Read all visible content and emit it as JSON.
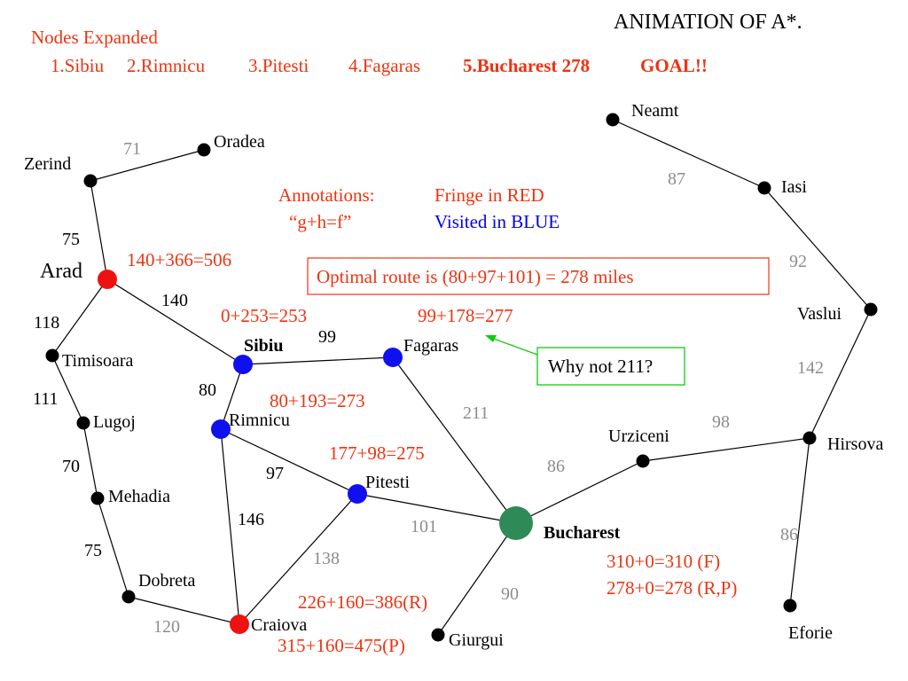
{
  "colors": {
    "red": "#ee3311",
    "blue": "#0000ee",
    "black": "#000000",
    "gray": "#8c8c8c",
    "node_black": "#000000",
    "node_blue": "#1010ee",
    "node_red": "#ee1111",
    "node_goal": "#2e8b57",
    "green": "#11cc11",
    "route_box": "#ee3311"
  },
  "title": "ANIMATION OF A*.",
  "nodes_expanded": {
    "heading": "Nodes Expanded",
    "items": [
      "1.Sibiu",
      "2.Rimnicu",
      "3.Pitesti",
      "4.Fagaras"
    ],
    "goal_item": "5.Bucharest 278",
    "goal_tag": "GOAL!!"
  },
  "annotations": {
    "heading": "Annotations:",
    "formula": "“g+h=f”",
    "fringe": "Fringe in RED",
    "visited": "Visited in BLUE"
  },
  "optimal_route": "Optimal route is (80+97+101) = 278 miles",
  "why_box": "Why not 211?",
  "cities": [
    {
      "id": "oradea",
      "name": "Oradea",
      "state": "plain"
    },
    {
      "id": "zerind",
      "name": "Zerind",
      "state": "plain"
    },
    {
      "id": "arad",
      "name": "Arad",
      "state": "fringe"
    },
    {
      "id": "timisoara",
      "name": "Timisoara",
      "state": "plain"
    },
    {
      "id": "lugoj",
      "name": "Lugoj",
      "state": "plain"
    },
    {
      "id": "mehadia",
      "name": "Mehadia",
      "state": "plain"
    },
    {
      "id": "dobreta",
      "name": "Dobreta",
      "state": "plain"
    },
    {
      "id": "craiova",
      "name": "Craiova",
      "state": "fringe"
    },
    {
      "id": "sibiu",
      "name": "Sibiu",
      "state": "visited"
    },
    {
      "id": "rimnicu",
      "name": "Rimnicu",
      "state": "visited"
    },
    {
      "id": "fagaras",
      "name": "Fagaras",
      "state": "visited"
    },
    {
      "id": "pitesti",
      "name": "Pitesti",
      "state": "visited"
    },
    {
      "id": "bucharest",
      "name": "Bucharest",
      "state": "goal"
    },
    {
      "id": "giurgui",
      "name": "Giurgui",
      "state": "plain"
    },
    {
      "id": "urziceni",
      "name": "Urziceni",
      "state": "plain"
    },
    {
      "id": "hirsova",
      "name": "Hirsova",
      "state": "plain"
    },
    {
      "id": "eforie",
      "name": "Eforie",
      "state": "plain"
    },
    {
      "id": "vaslui",
      "name": "Vaslui",
      "state": "plain"
    },
    {
      "id": "iasi",
      "name": "Iasi",
      "state": "plain"
    },
    {
      "id": "neamt",
      "name": "Neamt",
      "state": "plain"
    }
  ],
  "roads": [
    {
      "from": "zerind",
      "to": "oradea",
      "distance": "71",
      "tone": "gray"
    },
    {
      "from": "zerind",
      "to": "arad",
      "distance": "75",
      "tone": "black"
    },
    {
      "from": "arad",
      "to": "sibiu",
      "distance": "140",
      "tone": "black"
    },
    {
      "from": "arad",
      "to": "timisoara",
      "distance": "118",
      "tone": "black"
    },
    {
      "from": "timisoara",
      "to": "lugoj",
      "distance": "111",
      "tone": "black"
    },
    {
      "from": "lugoj",
      "to": "mehadia",
      "distance": "70",
      "tone": "black"
    },
    {
      "from": "mehadia",
      "to": "dobreta",
      "distance": "75",
      "tone": "black"
    },
    {
      "from": "dobreta",
      "to": "craiova",
      "distance": "120",
      "tone": "gray"
    },
    {
      "from": "sibiu",
      "to": "fagaras",
      "distance": "99",
      "tone": "black"
    },
    {
      "from": "sibiu",
      "to": "rimnicu",
      "distance": "80",
      "tone": "black"
    },
    {
      "from": "rimnicu",
      "to": "pitesti",
      "distance": "97",
      "tone": "black"
    },
    {
      "from": "rimnicu",
      "to": "craiova",
      "distance": "146",
      "tone": "black"
    },
    {
      "from": "craiova",
      "to": "pitesti",
      "distance": "138",
      "tone": "gray"
    },
    {
      "from": "pitesti",
      "to": "bucharest",
      "distance": "101",
      "tone": "gray"
    },
    {
      "from": "fagaras",
      "to": "bucharest",
      "distance": "211",
      "tone": "gray"
    },
    {
      "from": "bucharest",
      "to": "giurgui",
      "distance": "90",
      "tone": "gray"
    },
    {
      "from": "bucharest",
      "to": "urziceni",
      "distance": "86",
      "tone": "gray"
    },
    {
      "from": "urziceni",
      "to": "hirsova",
      "distance": "98",
      "tone": "gray"
    },
    {
      "from": "hirsova",
      "to": "eforie",
      "distance": "86",
      "tone": "gray"
    },
    {
      "from": "hirsova",
      "to": "vaslui",
      "distance": "142",
      "tone": "gray"
    },
    {
      "from": "vaslui",
      "to": "iasi",
      "distance": "92",
      "tone": "gray"
    },
    {
      "from": "iasi",
      "to": "neamt",
      "distance": "87",
      "tone": "gray"
    }
  ],
  "scores": {
    "arad": "140+366=506",
    "sibiu": "0+253=253",
    "fagaras": "99+178=277",
    "rimnicu": "80+193=273",
    "pitesti": "177+98=275",
    "bucharest_f": "310+0=310 (F)",
    "bucharest_rp": "278+0=278 (R,P)",
    "craiova_r": "226+160=386(R)",
    "craiova_p": "315+160=475(P)"
  }
}
